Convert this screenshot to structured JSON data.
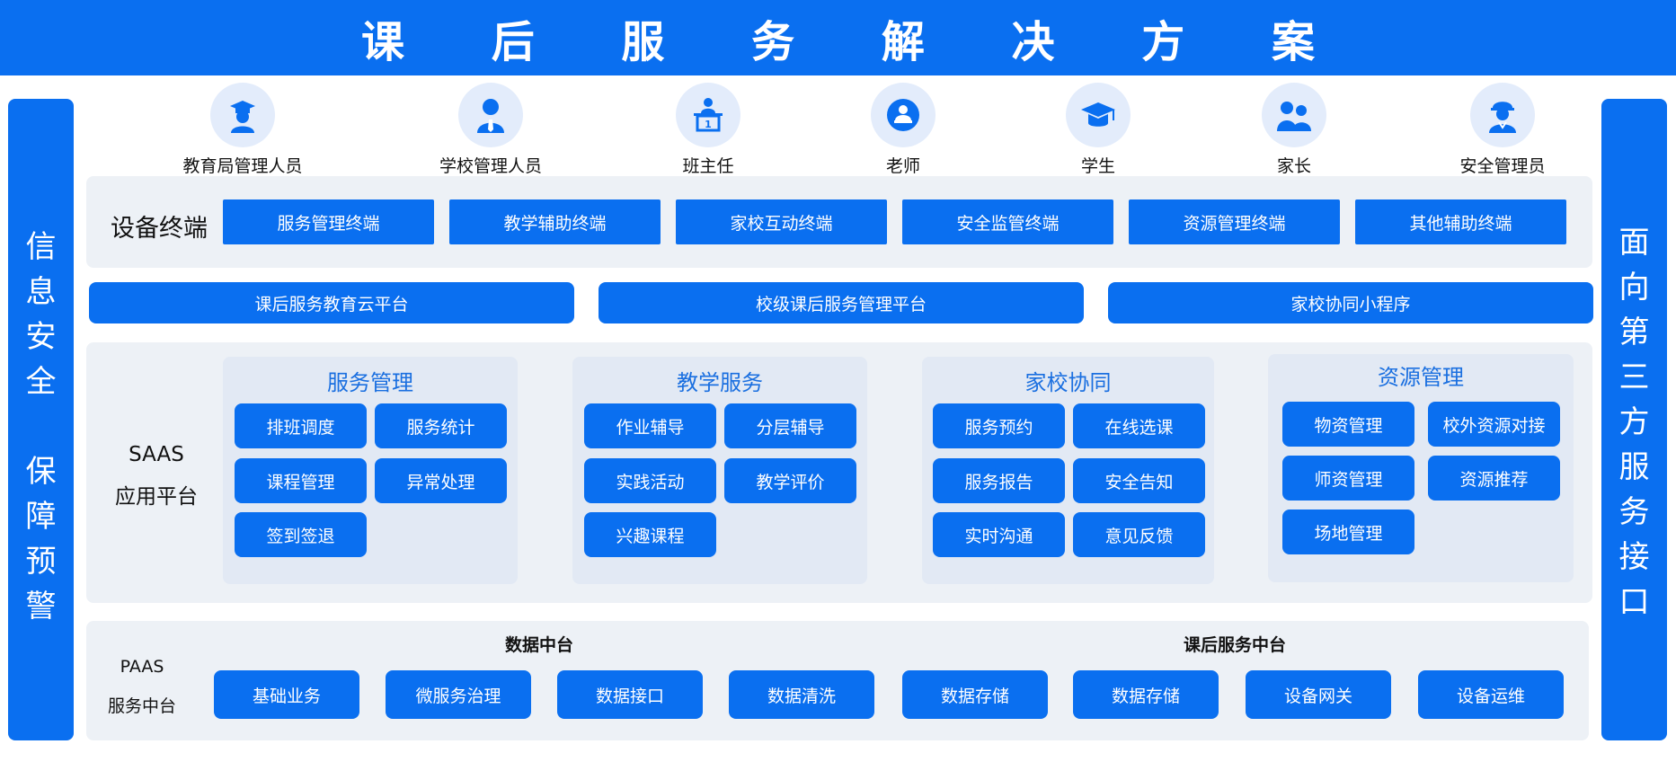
{
  "title": "课 后 服 务 解 决 方 案",
  "left_column": {
    "chars_top": [
      "信",
      "息",
      "安",
      "全"
    ],
    "chars_bottom": [
      "保",
      "障",
      "预",
      "警"
    ]
  },
  "right_column": {
    "chars": [
      "面",
      "向",
      "第",
      "三",
      "方",
      "服",
      "务",
      "接",
      "口"
    ]
  },
  "roles": [
    {
      "label": "教育局管理人员",
      "icon": "official-cap-icon"
    },
    {
      "label": "学校管理人员",
      "icon": "manager-tie-icon"
    },
    {
      "label": "班主任",
      "icon": "podium-teacher-icon"
    },
    {
      "label": "老师",
      "icon": "teacher-desk-icon"
    },
    {
      "label": "学生",
      "icon": "graduation-cap-icon"
    },
    {
      "label": "家长",
      "icon": "parents-icon"
    },
    {
      "label": "安全管理员",
      "icon": "helmet-worker-icon"
    }
  ],
  "devices": {
    "label": "设备终端",
    "items": [
      "服务管理终端",
      "教学辅助终端",
      "家校互动终端",
      "安全监管终端",
      "资源管理终端",
      "其他辅助终端"
    ]
  },
  "platforms": [
    "课后服务教育云平台",
    "校级课后服务管理平台",
    "家校协同小程序"
  ],
  "saas": {
    "label_line1": "SAAS",
    "label_line2": "应用平台",
    "modules": [
      {
        "title": "服务管理",
        "items": [
          "排班调度",
          "服务统计",
          "课程管理",
          "异常处理",
          "签到签退"
        ]
      },
      {
        "title": "教学服务",
        "items": [
          "作业辅导",
          "分层辅导",
          "实践活动",
          "教学评价",
          "兴趣课程"
        ]
      },
      {
        "title": "家校协同",
        "items": [
          "服务预约",
          "在线选课",
          "服务报告",
          "安全告知",
          "实时沟通",
          "意见反馈"
        ]
      },
      {
        "title": "资源管理",
        "items": [
          "物资管理",
          "校外资源对接",
          "师资管理",
          "资源推荐",
          "场地管理"
        ]
      }
    ]
  },
  "paas": {
    "label_line1": "PAAS",
    "label_line2": "服务中台",
    "group1": "数据中台",
    "group2": "课后服务中台",
    "items": [
      "基础业务",
      "微服务治理",
      "数据接口",
      "数据清洗",
      "数据存储",
      "数据存储",
      "设备网关",
      "设备运维"
    ]
  },
  "colors": {
    "primary": "#0a6ff0",
    "panel": "#edf1f6",
    "module": "#e2e9f4",
    "icon_bg": "#e3ecfb",
    "module_title": "#1a6fe0"
  }
}
